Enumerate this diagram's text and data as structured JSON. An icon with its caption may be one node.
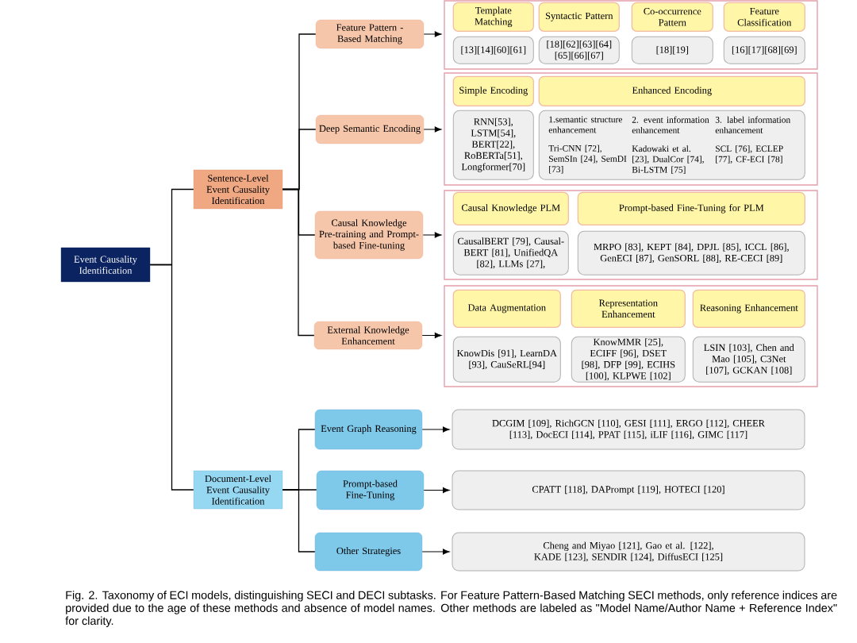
{
  "diagram": {
    "caption": "Fig. 2. Taxonomy of ECI models, distinguishing SECI and DECI subtasks. For Feature Pattern-Based Matching SECI methods, only reference indices are provided due to the age of these methods and absence of model names. Other methods are labeled as \"Model Name/Author Name + Reference Index\" for clarity.",
    "nodes": [
      {
        "text": [
          "Event Causality Identification"
        ]
      },
      {
        "text": [
          "Sentence-Level Event Causality Identification"
        ]
      },
      {
        "text": [
          "Document-Level Event Causality Identification"
        ]
      },
      {
        "text": [
          "Feature Pattern - Based Matching"
        ]
      },
      {
        "text": [
          "Deep Semantic Encoding"
        ]
      },
      {
        "text": [
          "Causal Knowledge Pre-training and Prompt-based Fine-tuning"
        ]
      },
      {
        "text": [
          "External Knowledge Enhancement"
        ]
      },
      {
        "text": [
          "Event Graph Reasoning"
        ]
      },
      {
        "text": [
          "Prompt-based Fine-Tuning"
        ]
      },
      {
        "text": [
          "Other Strategies"
        ]
      },
      {
        "text": [],
        "shape": "box"
      },
      {
        "text": [
          "Template Matching"
        ],
        "in": 10
      },
      {
        "text": [
          "Syntactic Pattern"
        ],
        "in": 10
      },
      {
        "text": [
          "Co-occurrence Pattern"
        ],
        "in": 10
      },
      {
        "text": [
          "Feature Classification"
        ],
        "in": 10
      },
      {
        "text": [
          "[13][14][60][61]"
        ],
        "in": 10
      },
      {
        "text": [
          "[18][62][63][64] [65][66][67]"
        ],
        "in": 10
      },
      {
        "text": [
          "[18][19]"
        ],
        "in": 10
      },
      {
        "text": [
          "[16][17][68][69]"
        ],
        "in": 10
      },
      {
        "text": [],
        "shape": "box"
      },
      {
        "text": [
          "Simple Encoding"
        ],
        "in": 19
      },
      {
        "text": [
          "Enhanced Encoding"
        ],
        "in": 19
      },
      {
        "text": [
          "RNN[53], LSTM[54], BERT[22], RoBERTa[51], Longformer[70]"
        ],
        "in": 19
      },
      {
        "text": [
          "1.semantic structure enhancement",
          "2. event information enhancement",
          "3. label information enhancement",
          "Tri-CNN [72], SemSIn [24], SemDI [73]",
          "Kadowaki et al. [23], DualCor [74], Bi-LSTM [75]",
          "SCL [76], ECLEP [77], CF-ECI [78]"
        ],
        "in": 19
      },
      {
        "text": [],
        "shape": "box"
      },
      {
        "text": [
          "Causal Knowledge PLM"
        ],
        "in": 24
      },
      {
        "text": [
          "Prompt-based Fine-Tuning for PLM"
        ],
        "in": 24
      },
      {
        "text": [
          "CausalBERT [79], Causal-BERT [81], UnifiedQA [82], LLMs [27],"
        ],
        "in": 24
      },
      {
        "text": [
          "MRPO [83], KEPT [84], DPJL [85], ICCL [86], GenECI [87], GenSORL [88], RE-CECI [89]"
        ],
        "in": 24
      },
      {
        "text": [],
        "shape": "box"
      },
      {
        "text": [
          "Data Augmentation"
        ],
        "in": 29
      },
      {
        "text": [
          "Representation Enhancement"
        ],
        "in": 29
      },
      {
        "text": [
          "Reasoning Enhancement"
        ],
        "in": 29
      },
      {
        "text": [
          "KnowDis [91], LearnDA [93], CauSeRL[94]"
        ],
        "in": 29
      },
      {
        "text": [
          "KnowMMR [25], ECIFF [96], DSET [98], DFP [99], ECIHS [100], KLPWE [102]"
        ],
        "in": 29
      },
      {
        "text": [
          "LSIN [103], Chen and Mao [105], C3Net [107], GCKAN [108]"
        ],
        "in": 29
      },
      {
        "text": [
          "DCGIM [109], RichGCN [110], GESI [111], ERGO [112], CHEER [113], DocECI [114], PPAT [115], iLIF [116], GIMC [117]"
        ]
      },
      {
        "text": [
          "CPATT [118], DAPrompt [119], HOTECI [120]"
        ]
      },
      {
        "text": [
          "Cheng and Miyao [121], Gao et al. [122], KADE [123], SENDIR [124], DiffusECI [125]"
        ]
      }
    ],
    "edges": [
      {
        "from": 0,
        "to": 1,
        "arrow": "none"
      },
      {
        "from": 0,
        "to": 2,
        "arrow": "none"
      },
      {
        "from": 1,
        "to": 3,
        "arrow": "none"
      },
      {
        "from": 1,
        "to": 4,
        "arrow": "none"
      },
      {
        "from": 1,
        "to": 5,
        "arrow": "none"
      },
      {
        "from": 1,
        "to": 6,
        "arrow": "none"
      },
      {
        "from": 2,
        "to": 7,
        "arrow": "none"
      },
      {
        "from": 2,
        "to": 8,
        "arrow": "none"
      },
      {
        "from": 2,
        "to": 9,
        "arrow": "none"
      },
      {
        "from": 3,
        "to": 10,
        "arrow": "to"
      },
      {
        "from": 4,
        "to": 19,
        "arrow": "to"
      },
      {
        "from": 5,
        "to": 24,
        "arrow": "to"
      },
      {
        "from": 6,
        "to": 29,
        "arrow": "to"
      },
      {
        "from": 7,
        "to": 36,
        "arrow": "to"
      },
      {
        "from": 8,
        "to": 37,
        "arrow": "to"
      },
      {
        "from": 9,
        "to": 38,
        "arrow": "to"
      }
    ]
  }
}
